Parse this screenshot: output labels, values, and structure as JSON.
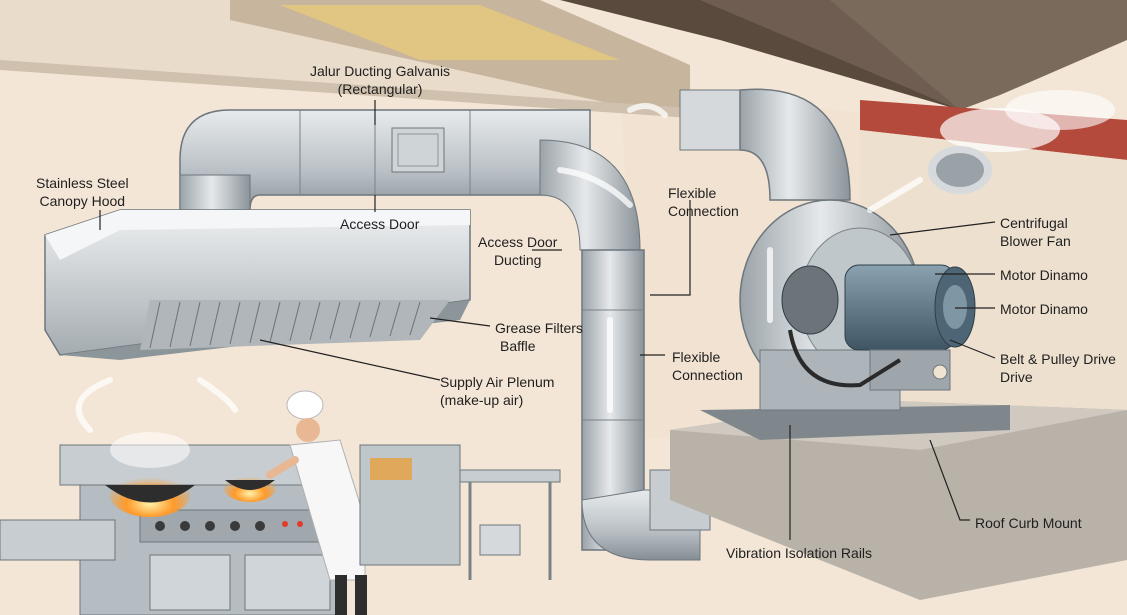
{
  "labels": {
    "duct_main": [
      "Jalur Ducting Galvanis",
      "(Rectangular)"
    ],
    "canopy_hood": [
      "Stainless Steel",
      "Canopy Hood"
    ],
    "access_door": "Access Door",
    "access_door_ducting": [
      "Access Door",
      "Ducting"
    ],
    "flexible_connection_top": [
      "Flexible",
      "Connection"
    ],
    "centrifugal_fan": [
      "Centrifugal",
      "Blower Fan"
    ],
    "motor_1": "Motor Dinamo",
    "motor_2": "Motor Dinamo",
    "grease_filters": [
      "Grease Filters",
      "Baffle"
    ],
    "belt_pulley": [
      "Belt & Pulley Drive",
      "Drive"
    ],
    "supply_air": [
      "Supply Air Plenum",
      "(make-up air)"
    ],
    "flexible_connection_bottom": [
      "Flexible",
      "Connection"
    ],
    "roof_curb": "Roof Curb Mount",
    "vibration_rails": "Vibration Isolation Rails"
  },
  "colors": {
    "wall": "#f1e3d2",
    "metal_light": "#d9dde0",
    "metal_dark": "#8e979d",
    "motor": "#5f7889",
    "concrete": "#b9b2a8",
    "roof": "#5a4a3e",
    "flame": "#ff8a1c"
  },
  "icons": [
    "chef-figure",
    "wok-flame",
    "steam-cloud",
    "airflow-arrow"
  ]
}
